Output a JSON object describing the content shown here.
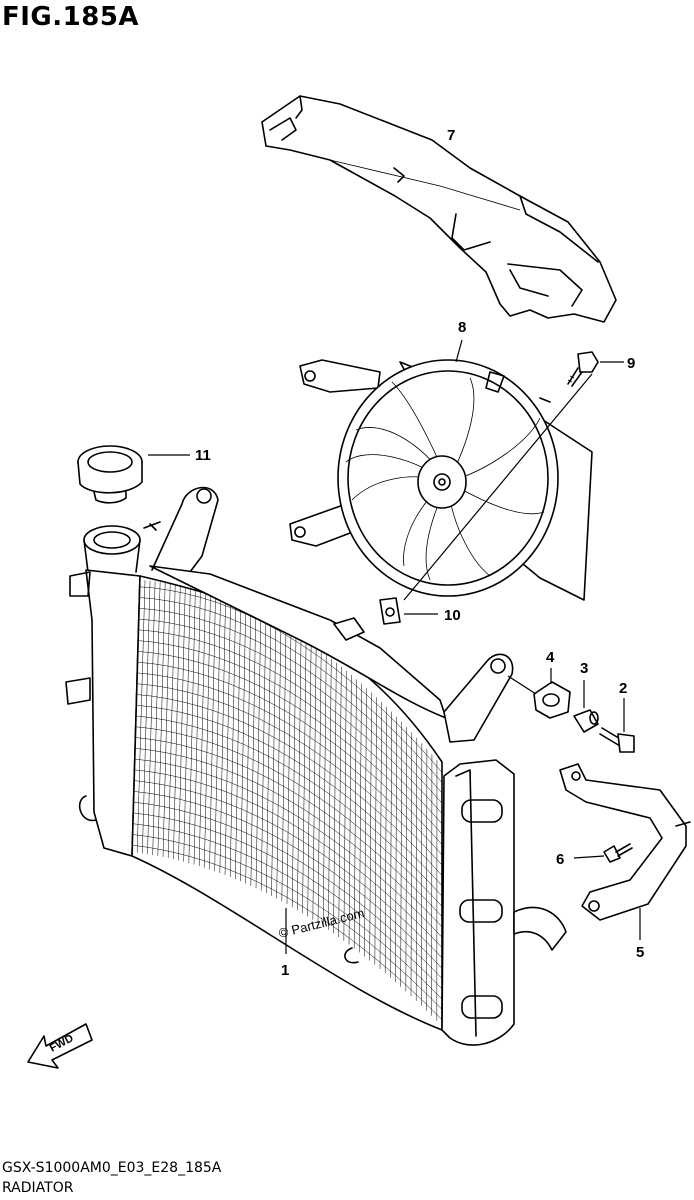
{
  "figure": {
    "title": "FIG.185A",
    "model_code": "GSX-S1000AM0_E03_E28_185A",
    "section_name": "RADIATOR",
    "watermark": "© Partzilla.com",
    "fwd_label": "FWD"
  },
  "callouts": [
    {
      "id": "1",
      "part": "radiator"
    },
    {
      "id": "2",
      "part": "bolt"
    },
    {
      "id": "3",
      "part": "spacer"
    },
    {
      "id": "4",
      "part": "cushion"
    },
    {
      "id": "5",
      "part": "bracket"
    },
    {
      "id": "6",
      "part": "bolt"
    },
    {
      "id": "7",
      "part": "cover"
    },
    {
      "id": "8",
      "part": "fan"
    },
    {
      "id": "9",
      "part": "screw"
    },
    {
      "id": "10",
      "part": "nut"
    },
    {
      "id": "11",
      "part": "cap"
    }
  ],
  "icons": [
    "fwd-arrow-icon"
  ]
}
